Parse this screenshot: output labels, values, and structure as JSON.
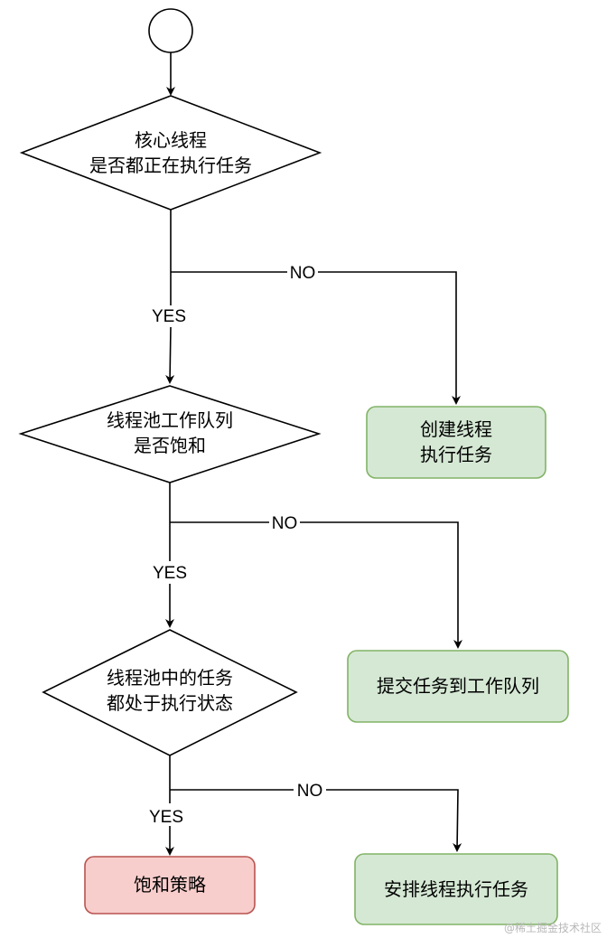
{
  "colors": {
    "stroke": "#000000",
    "action_fill": "#d5e8d4",
    "action_stroke": "#82b366",
    "reject_fill": "#f8cecc",
    "reject_stroke": "#b85450",
    "background": "#ffffff"
  },
  "decisions": [
    {
      "line1": "核心线程",
      "line2": "是否都正在执行任务"
    },
    {
      "line1": "线程池工作队列",
      "line2": "是否饱和"
    },
    {
      "line1": "线程池中的任务",
      "line2": "都处于执行状态"
    }
  ],
  "actions": [
    {
      "line1": "创建线程",
      "line2": "执行任务"
    },
    {
      "line1": "提交任务到工作队列"
    },
    {
      "line1": "安排线程执行任务"
    }
  ],
  "reject": {
    "label": "饱和策略"
  },
  "edge_labels": {
    "yes": "YES",
    "no": "NO"
  },
  "watermark": "@稀土掘金技术社区"
}
